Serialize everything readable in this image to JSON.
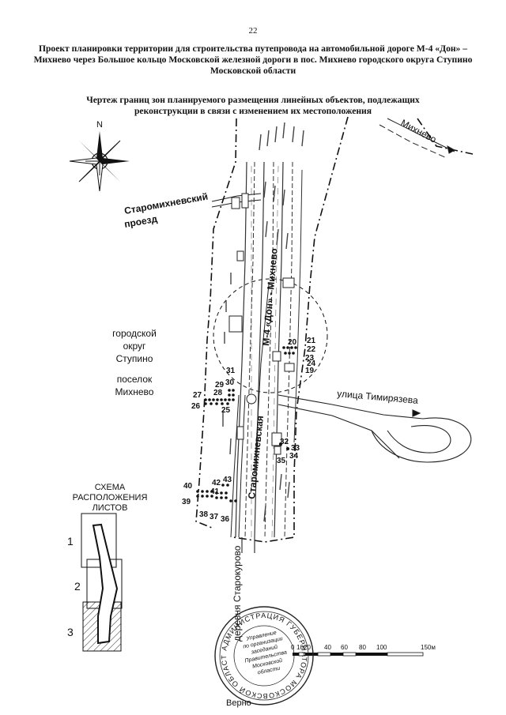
{
  "page_number": "22",
  "title": "Проект планировки территории для строительства путепровода на автомобильной дороге М-4 «Дон» – Михнево через Большое кольцо Московской железной дороги в пос. Михнево городского округа Ступино Московской области",
  "subtitle": "Чертеж границ зон планируемого размещения линейных объектов, подлежащих реконструкции в связи с изменением их местоположения",
  "compass_north": "N",
  "labels": {
    "mikhnevo_arrow": "Михнево",
    "staromikhnevsky_1": "Старомихневский",
    "staromikhnevsky_2": "проезд",
    "m4_road": "М-4 «Дон» - Михнево",
    "gorodskoy_1": "городской",
    "gorodskoy_2": "округ",
    "gorodskoy_3": "Ступино",
    "poselok_1": "поселок",
    "poselok_2": "Михнево",
    "timiryazeva": "улица Тимирязева",
    "staromikhnevskaya": "Старомихневская",
    "starokurovo": "деревня Старокурово"
  },
  "point_numbers": [
    "19",
    "20",
    "21",
    "22",
    "23",
    "24",
    "25",
    "26",
    "27",
    "28",
    "29",
    "30",
    "31",
    "32",
    "33",
    "34",
    "35",
    "36",
    "37",
    "38",
    "39",
    "40",
    "41",
    "42",
    "43"
  ],
  "sheet_scheme": {
    "title_1": "СХЕМА",
    "title_2": "РАСПОЛОЖЕНИЯ",
    "title_3": "ЛИСТОВ",
    "sheets": [
      "1",
      "2",
      "3"
    ]
  },
  "scale_bar": {
    "ticks": [
      "0",
      "10",
      "20",
      "40",
      "60",
      "80",
      "100",
      "150м"
    ]
  },
  "stamp": {
    "ring_text": "АДМИНИСТРАЦИЯ ГУБЕРНАТОРА МОСКОВСКОЙ ОБЛАСТИ",
    "center_lines": [
      "Управление",
      "по организации",
      "заседаний",
      "Правительства",
      "Московской",
      "области"
    ]
  },
  "verno": "Верно"
}
